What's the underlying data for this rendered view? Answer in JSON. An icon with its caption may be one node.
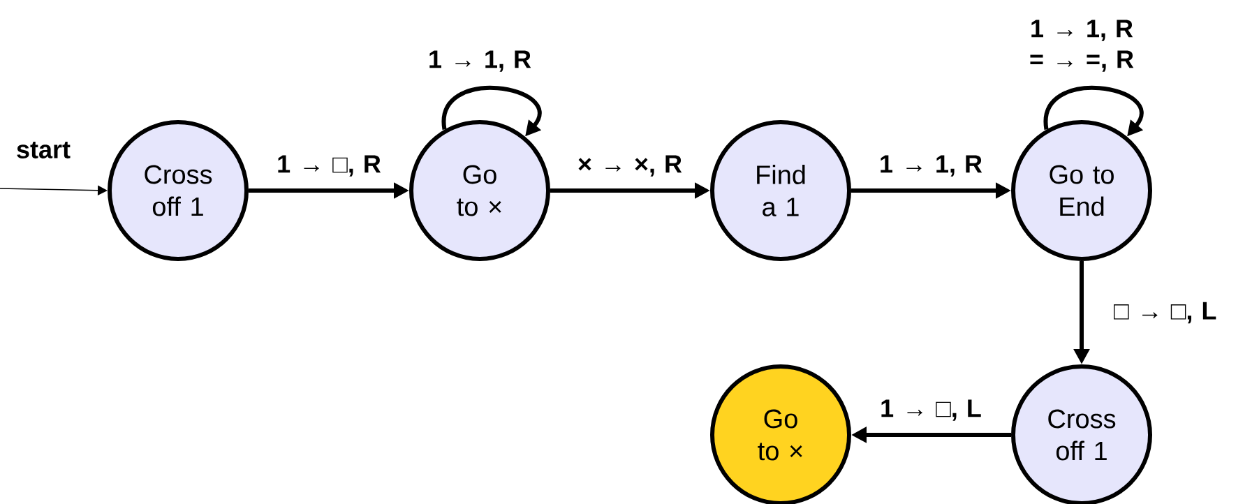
{
  "diagram": {
    "nodes": [
      {
        "text": [
          "Cross off 1"
        ]
      },
      {
        "text": [
          "Go to ×"
        ]
      },
      {
        "text": [
          "Find a 1"
        ]
      },
      {
        "text": [
          "Go to End"
        ]
      },
      {
        "text": [
          "Cross off 1"
        ]
      },
      {
        "text": [
          "Go to ×"
        ]
      }
    ],
    "edges": [
      {
        "from": null,
        "to": 0,
        "arrow": "to",
        "label": "start"
      },
      {
        "from": 0,
        "to": 1,
        "arrow": "to",
        "label": "1 → □, R"
      },
      {
        "from": 1,
        "to": 1,
        "arrow": "to",
        "label": "1 → 1, R"
      },
      {
        "from": 1,
        "to": 2,
        "arrow": "to",
        "label": "× → ×, R"
      },
      {
        "from": 2,
        "to": 3,
        "arrow": "to",
        "label": "1 → 1, R"
      },
      {
        "from": 3,
        "to": 3,
        "arrow": "to",
        "label": "1 → 1, R = → =, R"
      },
      {
        "from": 3,
        "to": 4,
        "arrow": "to",
        "label": "□ → □, L"
      },
      {
        "from": 4,
        "to": 5,
        "arrow": "to",
        "label": "1 → □, L"
      }
    ]
  }
}
